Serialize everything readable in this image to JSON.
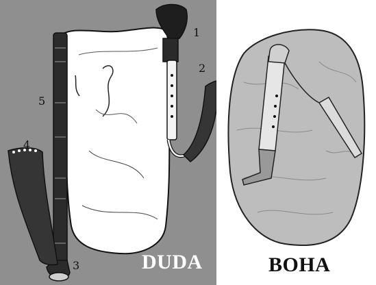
{
  "duda": {
    "title": "DUDA",
    "labels": [
      "1",
      "2",
      "3",
      "4",
      "5"
    ]
  },
  "boha": {
    "title": "BOHA"
  },
  "colors": {
    "duda_background": "#8f8f8f",
    "bag_fill": "#ffffff",
    "pipe_dark": "#2b2b2b",
    "horn_dark": "#353535",
    "boha_bag_fill": "#bdbdbd"
  }
}
